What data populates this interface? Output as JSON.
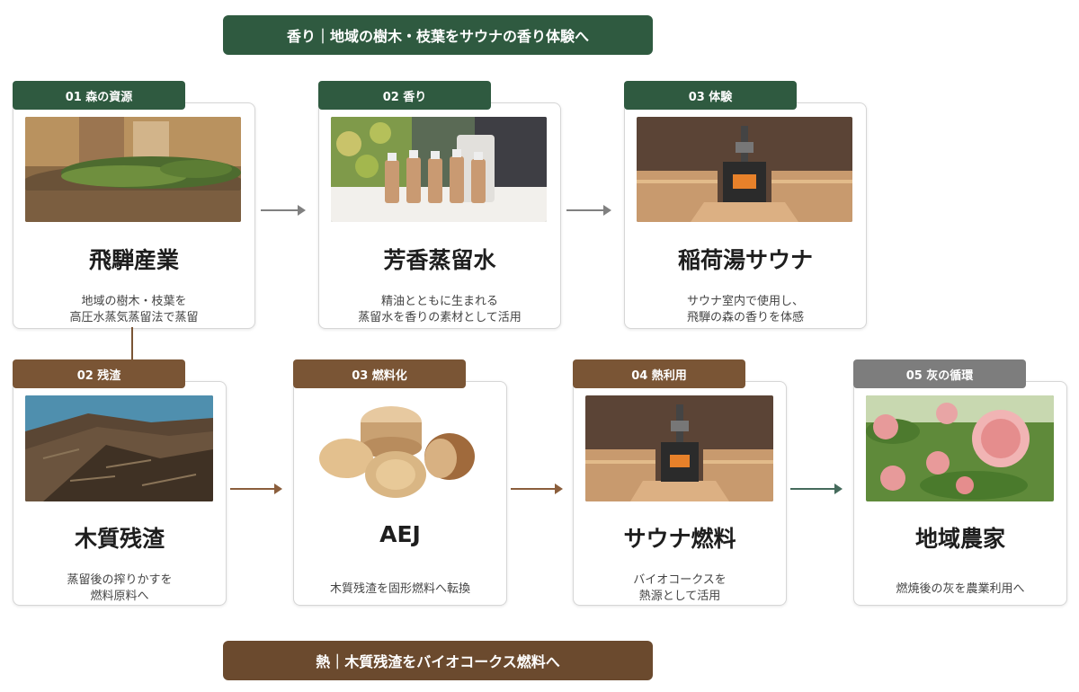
{
  "top_banner": "香り｜地域の樹木・枝葉をサウナの香り体験へ",
  "bottom_banner": "熱｜木質残渣をバイオコークス燃料へ",
  "top_row": [
    {
      "tab": "01 森の資源",
      "title": "飛騨産業",
      "desc": [
        "地域の樹木・枝葉を",
        "高圧水蒸気蒸留法で蒸留"
      ]
    },
    {
      "tab": "02 香り",
      "title": "芳香蒸留水",
      "desc": [
        "精油とともに生まれる",
        "蒸留水を香りの素材として活用"
      ]
    },
    {
      "tab": "03 体験",
      "title": "稲荷湯サウナ",
      "desc": [
        "サウナ室内で使用し、",
        "飛騨の森の香りを体感"
      ]
    }
  ],
  "bottom_row": [
    {
      "tab": "02 残渣",
      "title": "木質残渣",
      "desc": [
        "蒸留後の搾りかすを",
        "燃料原料へ"
      ]
    },
    {
      "tab": "03 燃料化",
      "title": "AEJ",
      "desc": [
        "木質残渣を固形燃料へ転換"
      ]
    },
    {
      "tab": "04 熱利用",
      "title": "サウナ燃料",
      "desc": [
        "バイオコークスを",
        "熱源として活用"
      ]
    },
    {
      "tab": "05 灰の循環",
      "title": "地域農家",
      "desc": [
        "燃焼後の灰を農業利用へ"
      ]
    }
  ],
  "colors": {
    "forest_green": "#2f5a40",
    "wood_brown": "#6b4a2e",
    "ash_gray": "#7d7d7d"
  },
  "icons": [
    "arrow-right",
    "arrow-right",
    "arrow-right",
    "arrow-right",
    "arrow-right"
  ]
}
